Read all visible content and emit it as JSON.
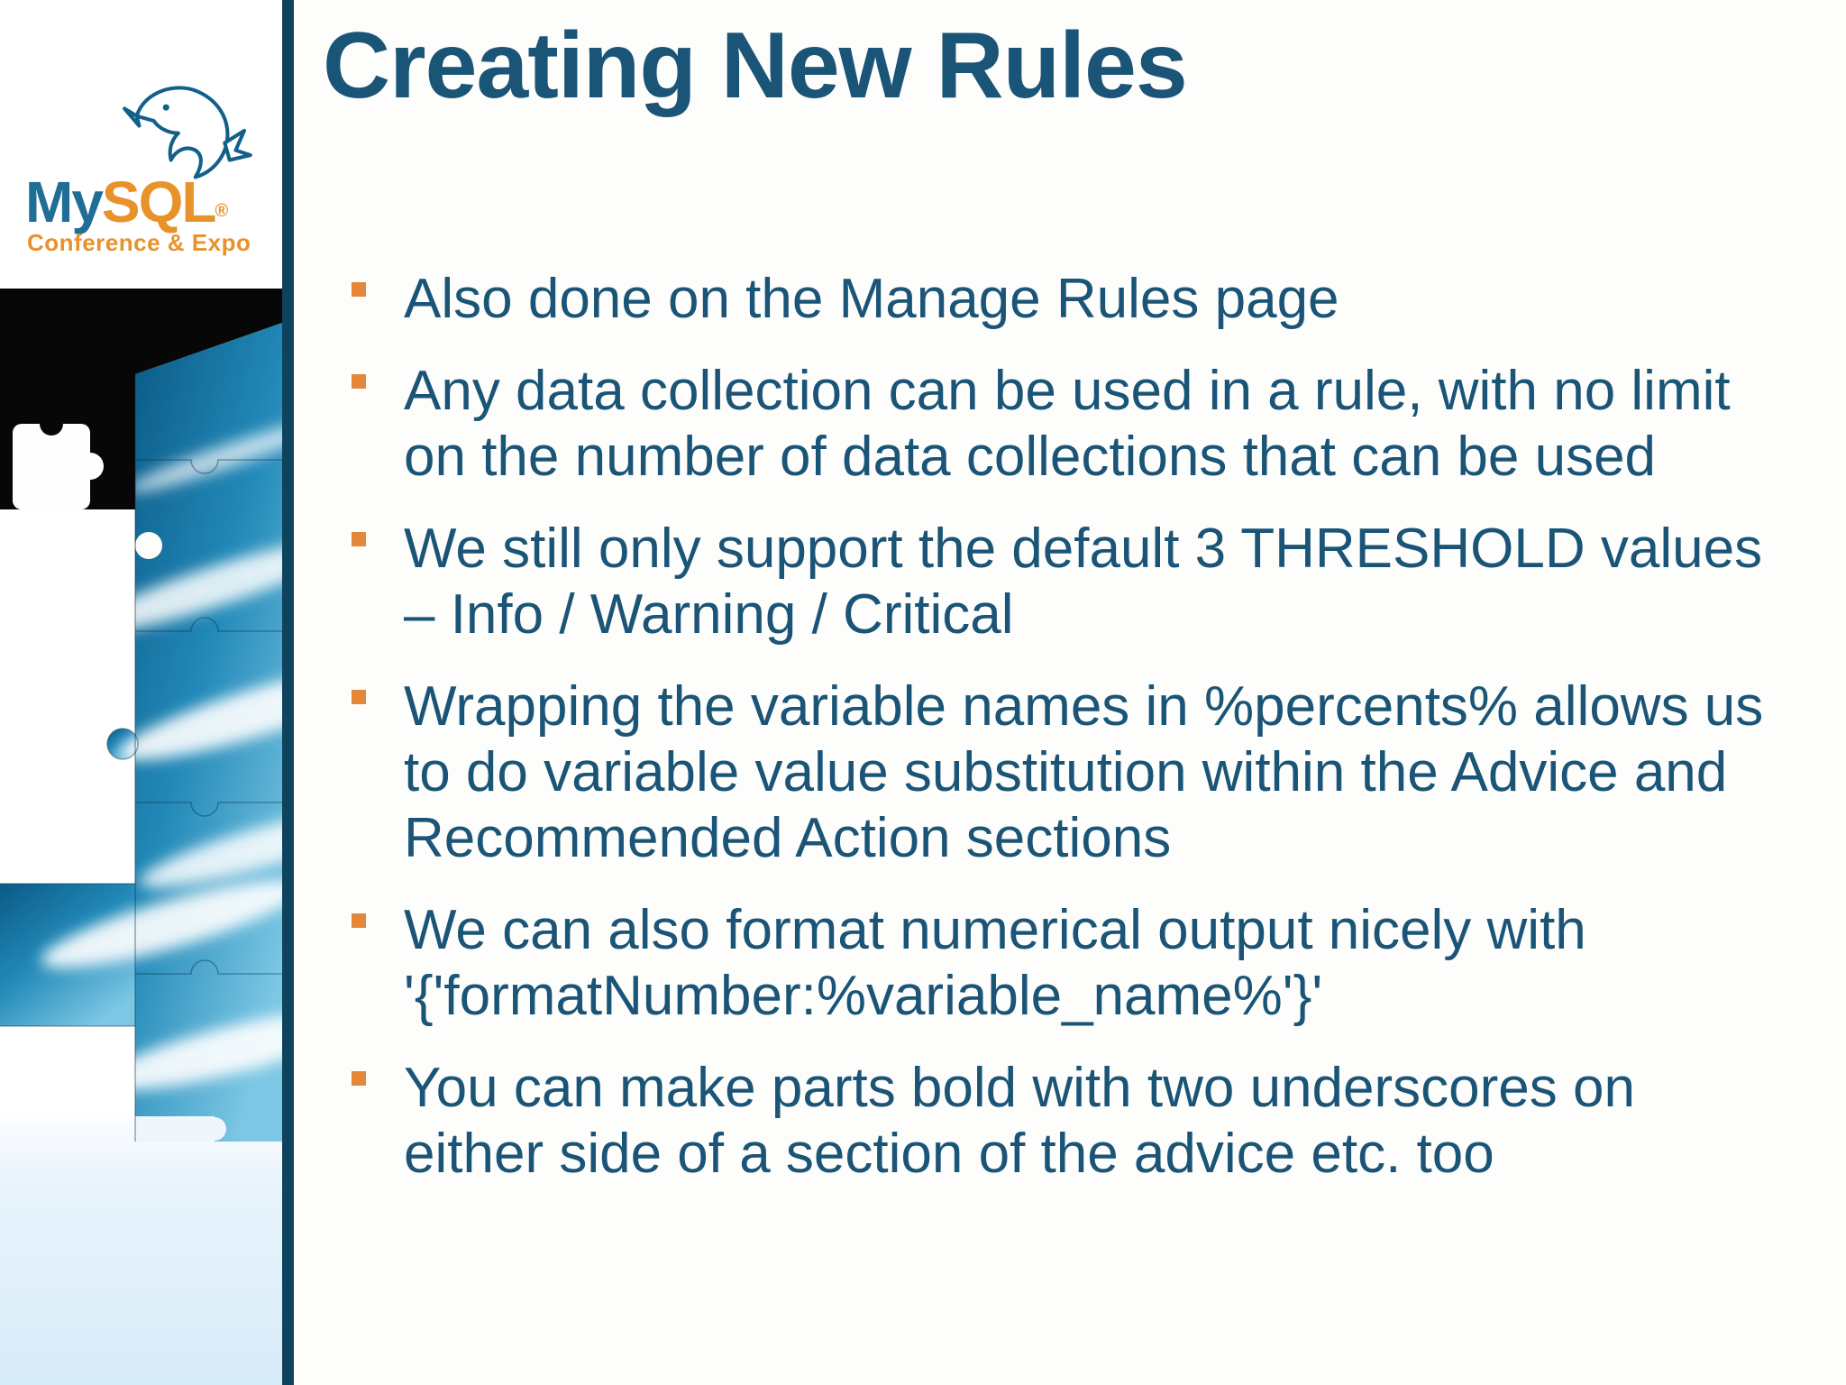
{
  "slide": {
    "title": "Creating New Rules",
    "bullets": [
      {
        "lines": [
          "Also done on the Manage Rules page"
        ]
      },
      {
        "lines": [
          "Any data collection can be used in a rule, with no limit",
          "on the number of data collections that can be used"
        ]
      },
      {
        "lines": [
          "We still only support the default 3 THRESHOLD values",
          "– Info / Warning / Critical"
        ]
      },
      {
        "lines": [
          "Wrapping the variable names in %percents% allows us",
          "to do variable value substitution within the Advice and",
          "Recommended Action sections"
        ]
      },
      {
        "lines": [
          "We can also format numerical output nicely with",
          "'{'formatNumber:%variable_name%'}'"
        ]
      },
      {
        "lines": [
          "You can make parts bold with two underscores on",
          "either side of a section of the advice etc. too"
        ]
      }
    ]
  },
  "logo": {
    "brand_my": "My",
    "brand_sql": "SQL",
    "registered_mark": "®",
    "subtitle": "Conference & Expo",
    "icons": [
      "dolphin-icon",
      "earth-puzzle-graphic"
    ]
  },
  "colors": {
    "title_text": "#1A5477",
    "body_text": "#1A5477",
    "bullet_square": "#E5873A",
    "divider": "#0F425C",
    "logo_blue": "#1E6E96",
    "logo_orange": "#E8922B",
    "earth_blue": "#2289B8",
    "space_black": "#070707",
    "sidebar_bottom": "#D7EBF8",
    "main_bg": "#FDFDFB"
  }
}
